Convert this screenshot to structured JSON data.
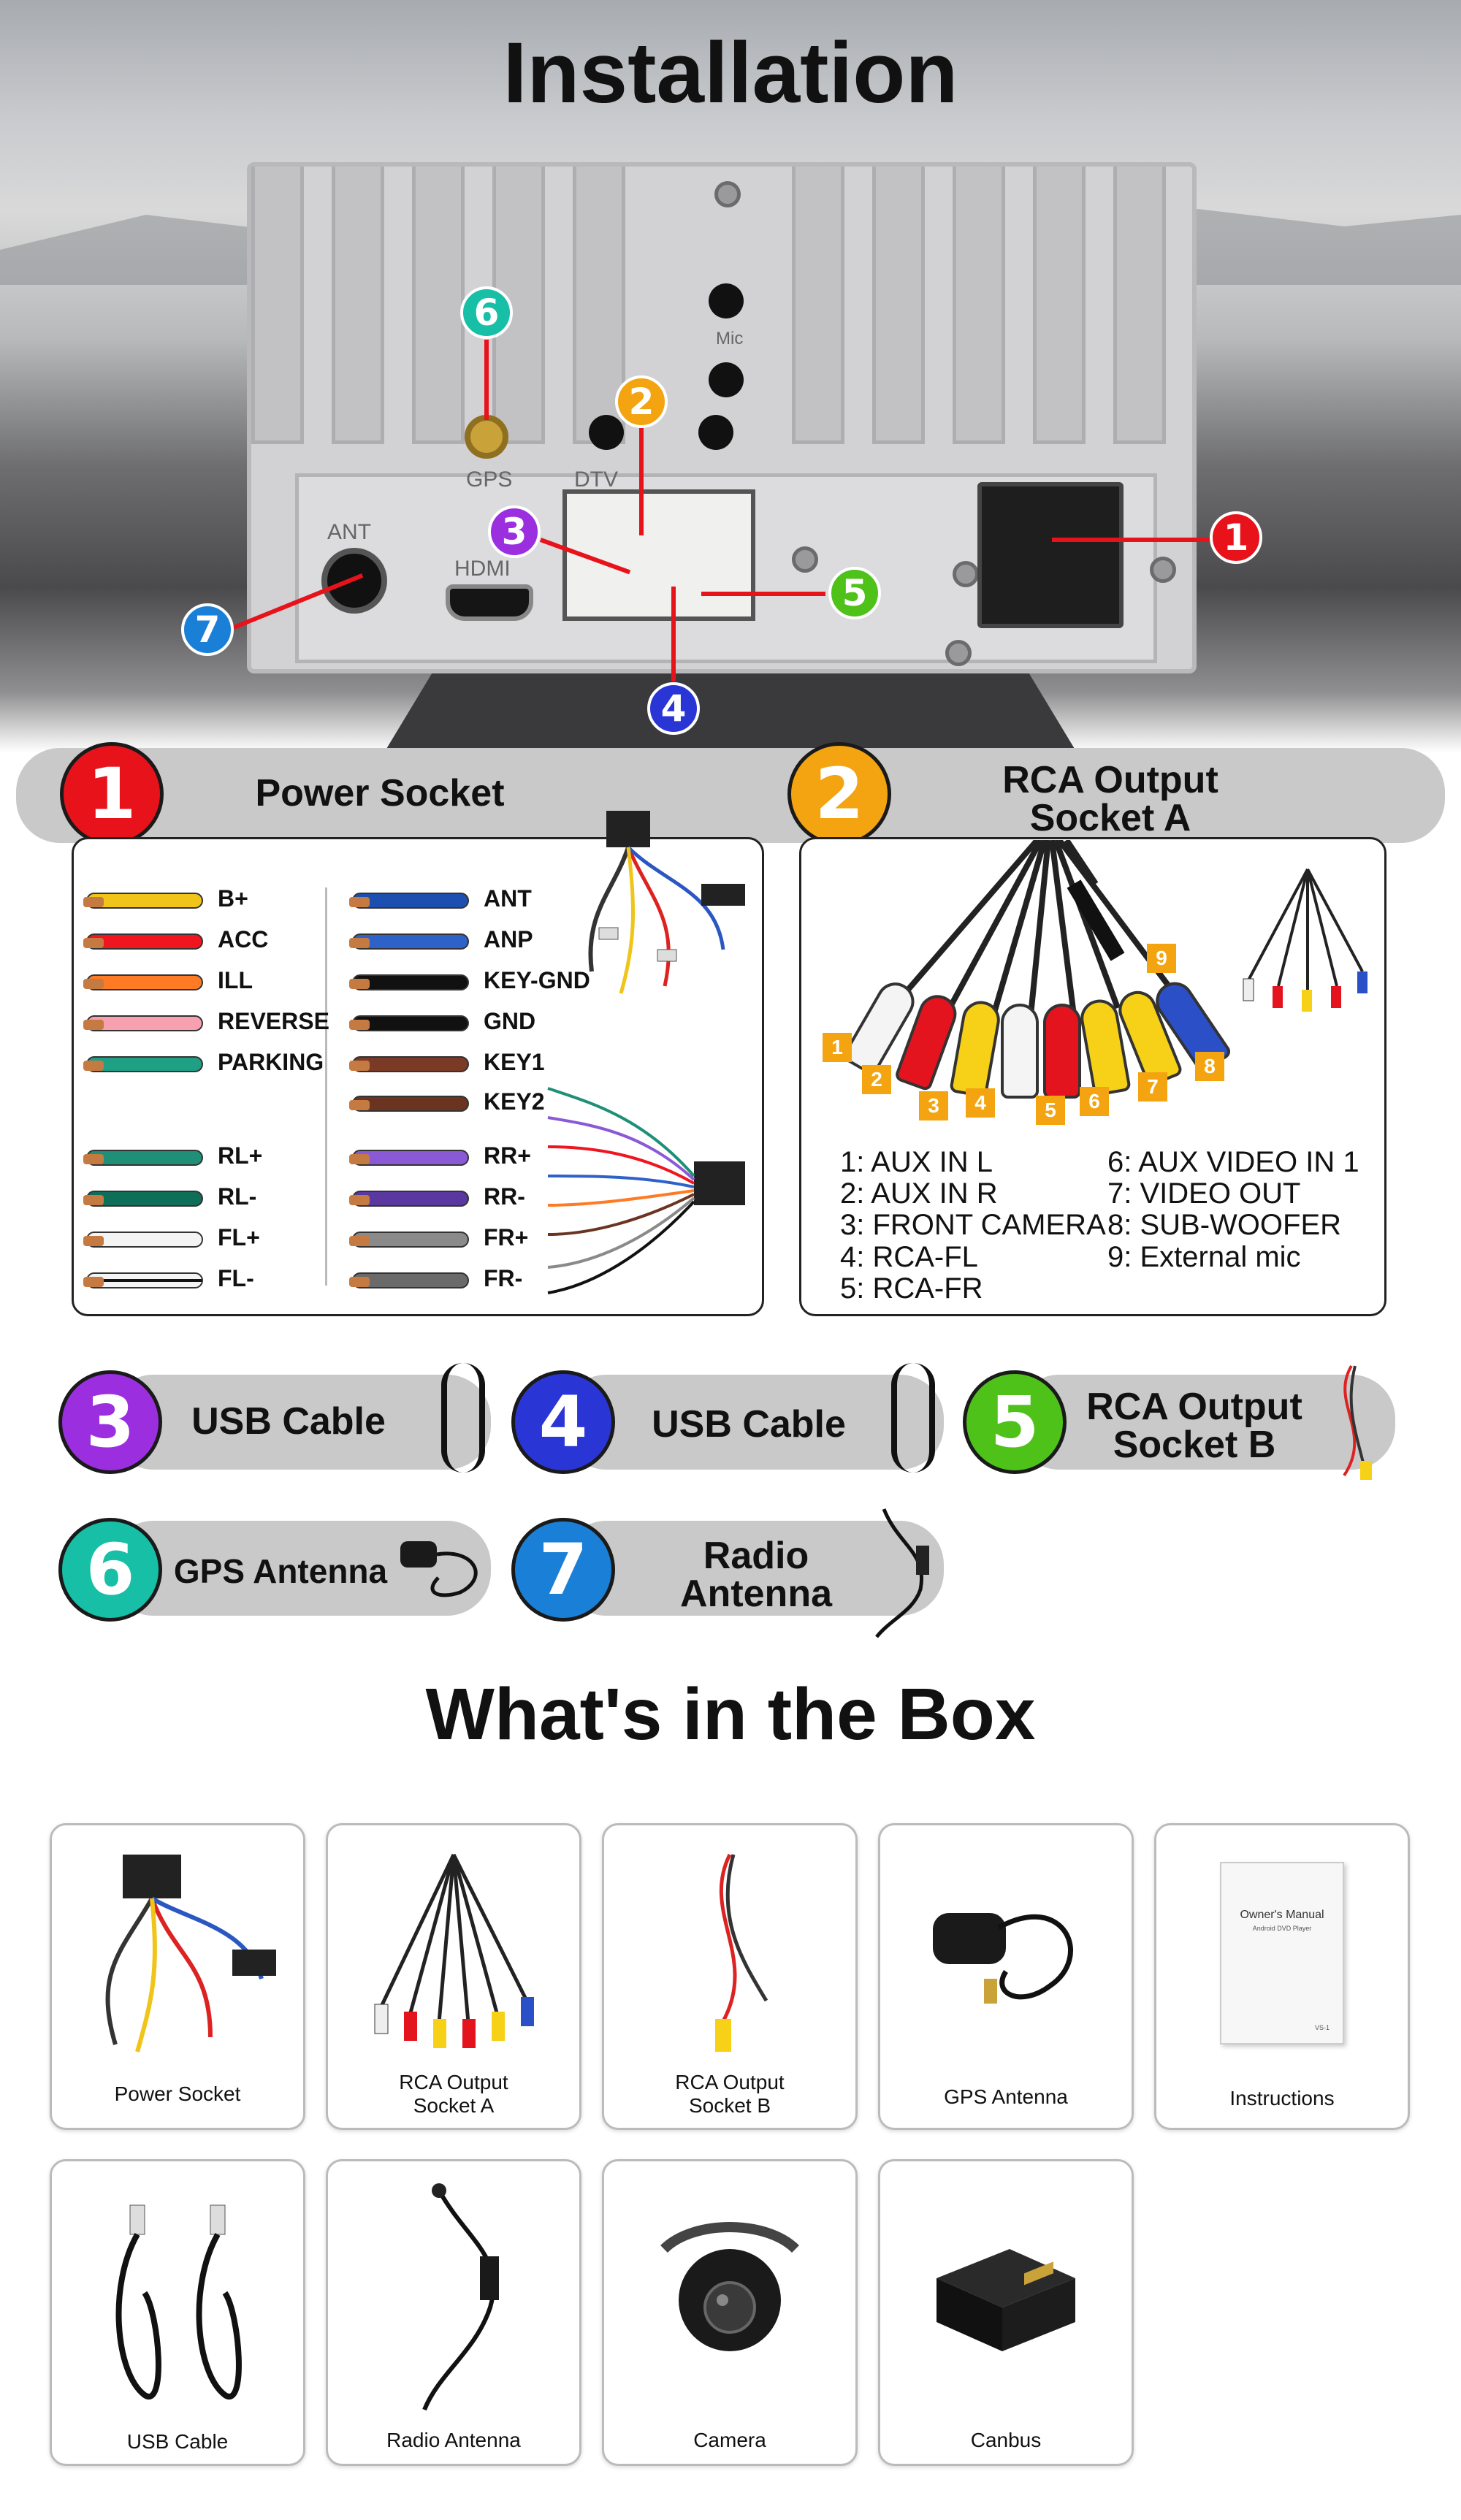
{
  "hero": {
    "title": "Installation",
    "unit_labels": {
      "gps": "GPS",
      "dtv": "DTV",
      "ant": "ANT",
      "hdmi": "HDMI",
      "mic": "Mic"
    }
  },
  "colors": {
    "c1": "#e8121b",
    "c2": "#f3a410",
    "c3": "#9b2fe0",
    "c4": "#2a35d6",
    "c5": "#4fc21a",
    "c6": "#16bfa6",
    "c7": "#1a7fd6",
    "bar": "#c9c9c9"
  },
  "callouts": [
    "1",
    "2",
    "3",
    "4",
    "5",
    "6",
    "7"
  ],
  "sections": {
    "power": {
      "num": "1",
      "title": "Power Socket"
    },
    "rca_a": {
      "num": "2",
      "title_line1": "RCA Output",
      "title_line2": "Socket A"
    }
  },
  "power_wires": {
    "left": [
      {
        "label": "B+",
        "color": "#f1c419"
      },
      {
        "label": "ACC",
        "color": "#f0151f"
      },
      {
        "label": "ILL",
        "color": "#ff7a25"
      },
      {
        "label": "REVERSE",
        "color": "#f7a0b0"
      },
      {
        "label": "PARKING",
        "color": "#1f9f83"
      },
      {
        "label": "RL+",
        "color": "#1f8f78"
      },
      {
        "label": "RL-",
        "color": "#0f6e58"
      },
      {
        "label": "FL+",
        "color": "#f4f4f4"
      },
      {
        "label": "FL-",
        "color": "#f4f4f4"
      }
    ],
    "right": [
      {
        "label": "ANT",
        "color": "#1d4fb0"
      },
      {
        "label": "ANP",
        "color": "#2f62c8"
      },
      {
        "label": "KEY-GND",
        "color": "#111111"
      },
      {
        "label": "GND",
        "color": "#111111"
      },
      {
        "label": "KEY1",
        "color": "#7a3a25"
      },
      {
        "label": "KEY2",
        "color": "#6a3420"
      },
      {
        "label": "RR+",
        "color": "#8a5ad6"
      },
      {
        "label": "RR-",
        "color": "#5a38a0"
      },
      {
        "label": "FR+",
        "color": "#8a8a8a"
      },
      {
        "label": "FR-",
        "color": "#6a6a6a"
      }
    ]
  },
  "rca_numbers": [
    "1",
    "2",
    "3",
    "4",
    "5",
    "6",
    "7",
    "8",
    "9"
  ],
  "rca_list_left": [
    "1: AUX IN L",
    "2: AUX IN R",
    "3: FRONT CAMERA",
    "4: RCA-FL",
    "5: RCA-FR"
  ],
  "rca_list_right": [
    "6: AUX VIDEO IN 1",
    "7: VIDEO OUT",
    "8: SUB-WOOFER",
    "9: External mic"
  ],
  "accessories": [
    {
      "num": "3",
      "line1": "USB Cable",
      "line2": ""
    },
    {
      "num": "4",
      "line1": "USB Cable",
      "line2": ""
    },
    {
      "num": "5",
      "line1": "RCA Output",
      "line2": "Socket B"
    },
    {
      "num": "6",
      "line1": "GPS Antenna",
      "line2": ""
    },
    {
      "num": "7",
      "line1": "Radio",
      "line2": "Antenna"
    }
  ],
  "box": {
    "title": "What's in the Box",
    "items": [
      {
        "line1": "Power Socket",
        "line2": ""
      },
      {
        "line1": "RCA Output",
        "line2": "Socket A"
      },
      {
        "line1": "RCA Output",
        "line2": "Socket B"
      },
      {
        "line1": "GPS Antenna",
        "line2": ""
      },
      {
        "line1": "Instructions",
        "line2": ""
      },
      {
        "line1": "USB Cable",
        "line2": ""
      },
      {
        "line1": "Radio Antenna",
        "line2": ""
      },
      {
        "line1": "Camera",
        "line2": ""
      },
      {
        "line1": "Canbus",
        "line2": ""
      }
    ],
    "manual": {
      "title": "Owner's Manual",
      "subtitle": "Android DVD Player",
      "code": "VS-1"
    }
  }
}
